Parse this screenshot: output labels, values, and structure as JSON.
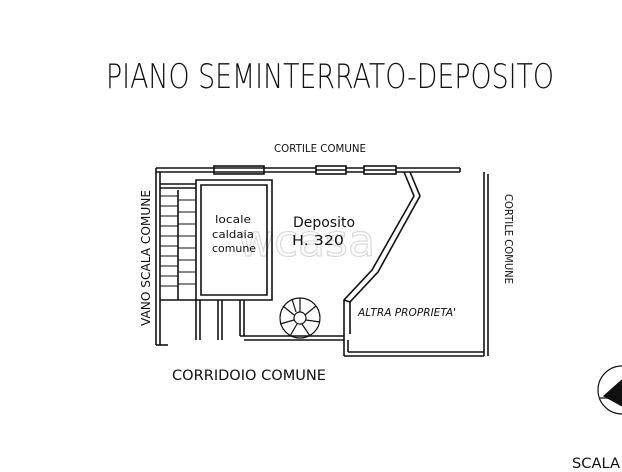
{
  "plan": {
    "title": "PIANO SEMINTERRATO-DEPOSITO",
    "labels": {
      "cortile_top": "CORTILE COMUNE",
      "cortile_right": "CORTILE COMUNE",
      "vano_scala": "VANO SCALA COMUNE",
      "corridoio": "CORRIDOIO COMUNE",
      "altra_proprieta": "ALTRA PROPRIETA'",
      "locale_line1": "locale",
      "locale_line2": "caldaia",
      "locale_line3": "comune",
      "deposito_name": "Deposito",
      "deposito_height": "H. 320",
      "scala": "SCALA"
    },
    "watermark": "wcasa"
  },
  "colors": {
    "ink": "#111111",
    "watermark": "#d9d9d9",
    "background": "#ffffff"
  }
}
